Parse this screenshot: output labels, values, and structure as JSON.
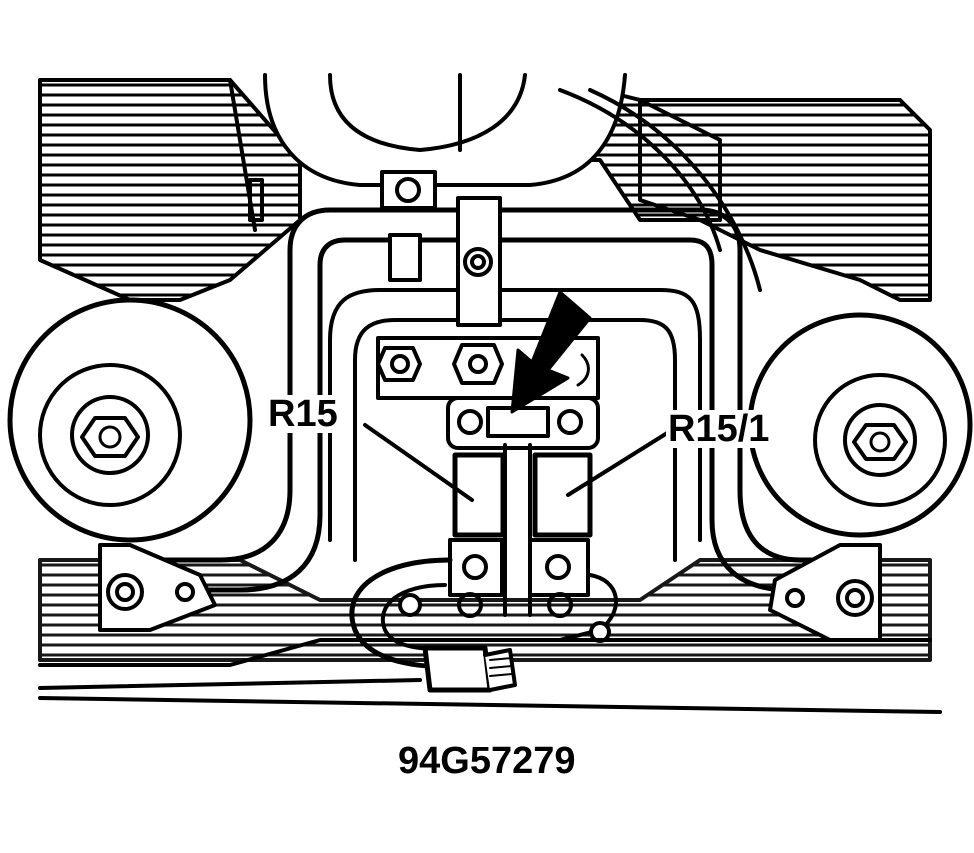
{
  "labels": {
    "left_callout": "R15",
    "right_callout": "R15/1"
  },
  "figure_id": "94G57279",
  "colors": {
    "ink": "#000000",
    "paper": "#ffffff"
  }
}
